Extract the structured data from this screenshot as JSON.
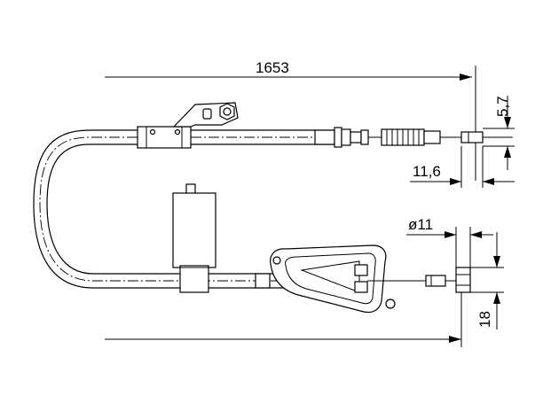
{
  "dimensions": {
    "overall_length": "1653",
    "offset_top": "5,7",
    "end_length": "11,6",
    "diameter": "ø11",
    "offset_bottom": "18"
  }
}
